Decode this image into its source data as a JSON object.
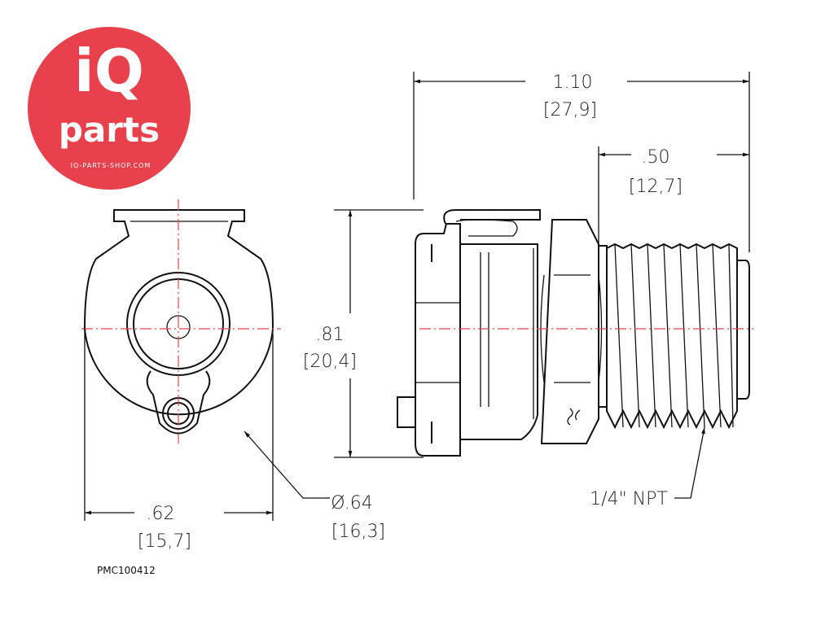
{
  "logo": {
    "brand_top": "iQ",
    "brand_bottom": "parts",
    "website": "IQ-PARTS-SHOP.COM",
    "color": "#e8414c"
  },
  "dimensions": {
    "overall_length": {
      "inch": "1.10",
      "mm": "[27,9]"
    },
    "thread_length": {
      "inch": ".50",
      "mm": "[12,7]"
    },
    "height": {
      "inch": ".81",
      "mm": "[20,4]"
    },
    "front_width": {
      "inch": ".62",
      "mm": "[15,7]"
    },
    "diameter": {
      "inch": "Ø.64",
      "mm": "[16,3]"
    },
    "thread": "1/4\" NPT"
  },
  "part_number": "PMC100412"
}
